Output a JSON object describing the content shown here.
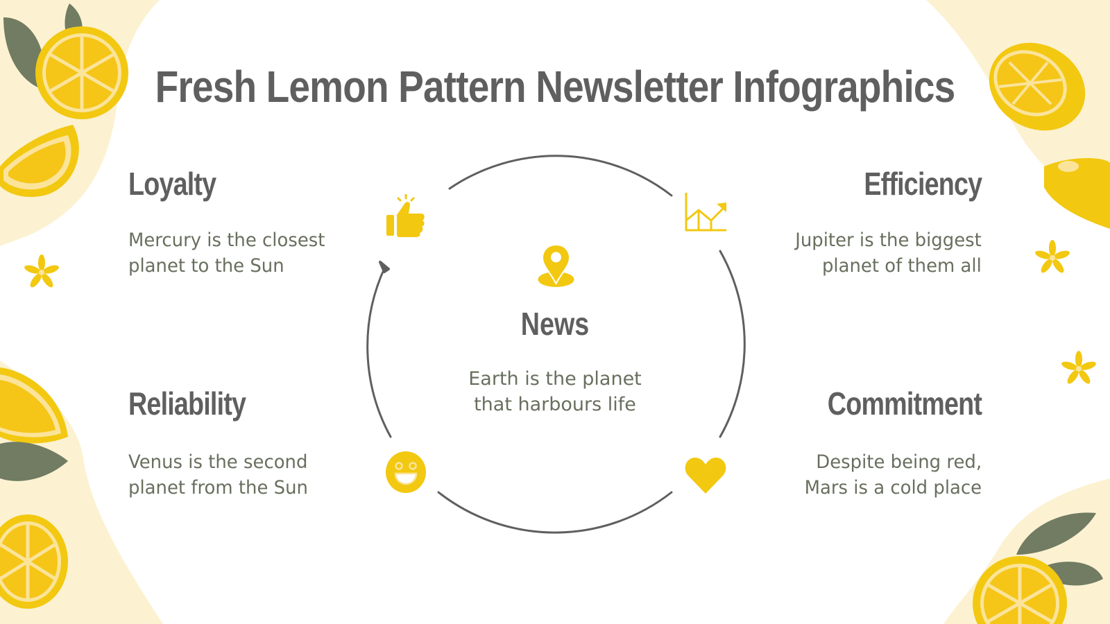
{
  "title": "Fresh Lemon Pattern Newsletter Infographics",
  "center": {
    "heading": "News",
    "description_line1": "Earth is the planet",
    "description_line2": "that harbours life",
    "icon": "map-pin-icon"
  },
  "items": [
    {
      "heading": "Loyalty",
      "line1": "Mercury is the closest",
      "line2": "planet to the Sun",
      "icon": "thumbs-up-icon",
      "position": "top-left"
    },
    {
      "heading": "Efficiency",
      "line1": "Jupiter is the biggest",
      "line2": "planet of them all",
      "icon": "growth-chart-icon",
      "position": "top-right"
    },
    {
      "heading": "Reliability",
      "line1": "Venus is the second",
      "line2": "planet from the Sun",
      "icon": "smiley-face-icon",
      "position": "bottom-left"
    },
    {
      "heading": "Commitment",
      "line1": "Despite being red,",
      "line2": "Mars is a cold place",
      "icon": "heart-icon",
      "position": "bottom-right"
    }
  ],
  "colors": {
    "accent": "#f2c811",
    "text": "#5f5f5f",
    "body_text": "#686f5e",
    "background_blob": "#fcf2d2",
    "circle_stroke": "#5f5f5f",
    "leaf": "#717c62"
  }
}
